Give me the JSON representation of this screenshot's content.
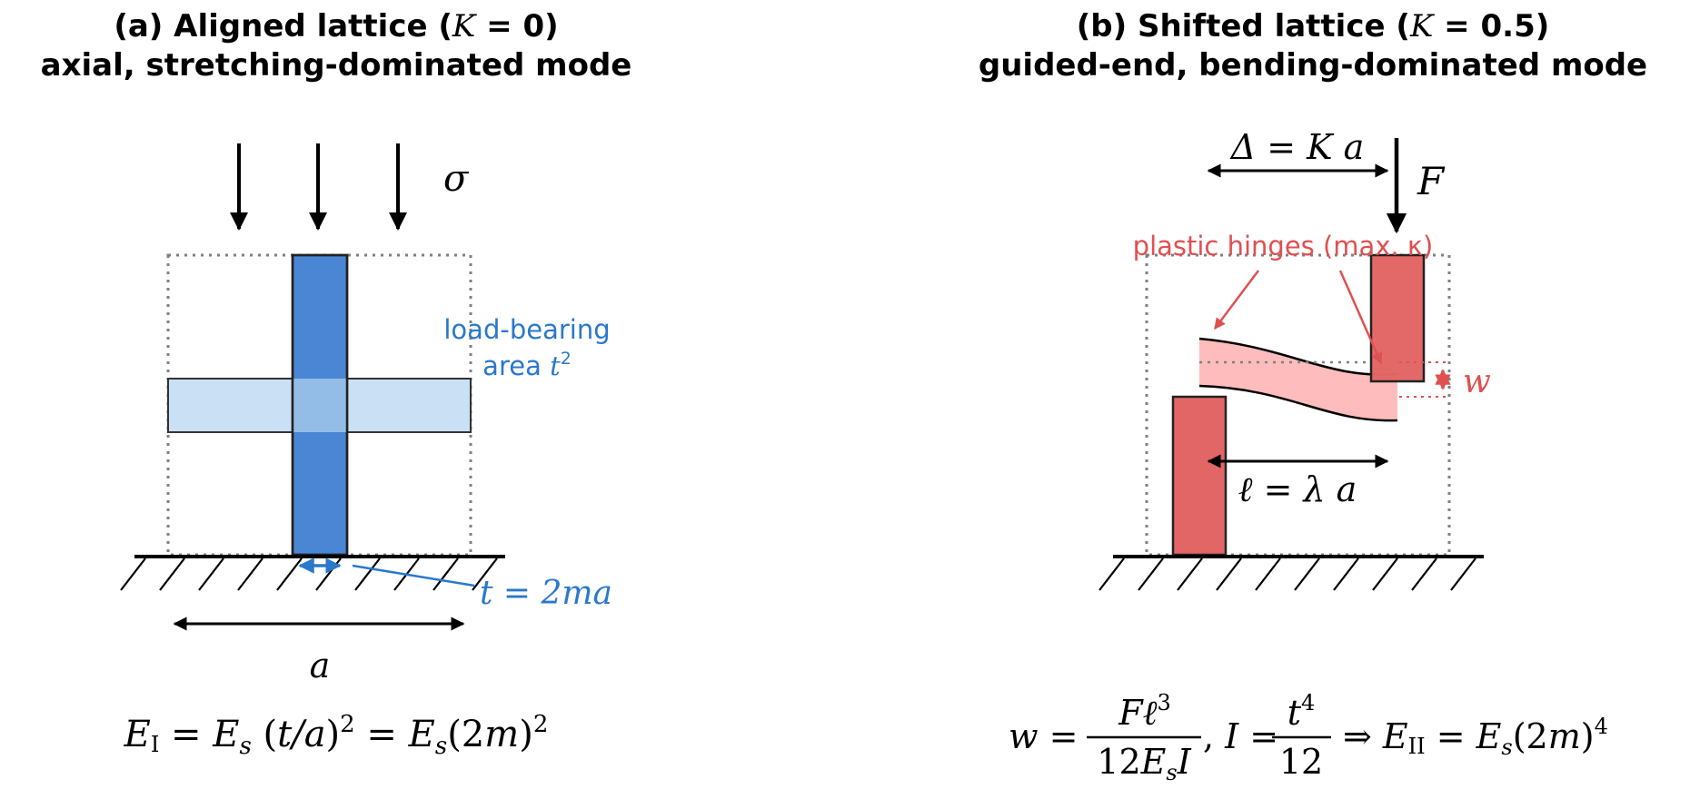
{
  "panel_a": {
    "title_prefix": "(a) Aligned lattice (",
    "title_K": "K",
    "title_suffix": " = 0)",
    "subtitle": "axial, stretching-dominated mode",
    "sigma": "σ",
    "area_line1": "load-bearing",
    "area_line2": "area ",
    "area_t": "t",
    "area_sup": "2",
    "thickness_label": "t = 2ma",
    "a_label": "a",
    "equation": "E I = Eₛ (t/a)² = Eₛ(2m)²"
  },
  "panel_b": {
    "title_prefix": "(b) Shifted lattice (",
    "title_K": "K",
    "title_suffix": " = 0.5)",
    "subtitle": "guided-end, bending-dominated mode",
    "delta_label": "Δ = K a",
    "F_label": "F",
    "hinges_label": "plastic hinges (max. κ)",
    "w_label": "w",
    "ell_label": "ℓ = λ a",
    "eq_w": "w =",
    "eq_num1": "Fℓ³",
    "eq_den1": "12EₛI",
    "eq_I": ",  I =",
    "eq_num2": "t⁴",
    "eq_den2": "12",
    "eq_tail": "⇒  E II = Eₛ(2m)⁴"
  },
  "colors": {
    "blue_dark": "#4a86d4",
    "blue_light": "#c9e0f5",
    "blue_text": "#2a78cc",
    "red_dark": "#e26666",
    "red_light": "#ffbcbc",
    "red_text": "#e05050"
  }
}
